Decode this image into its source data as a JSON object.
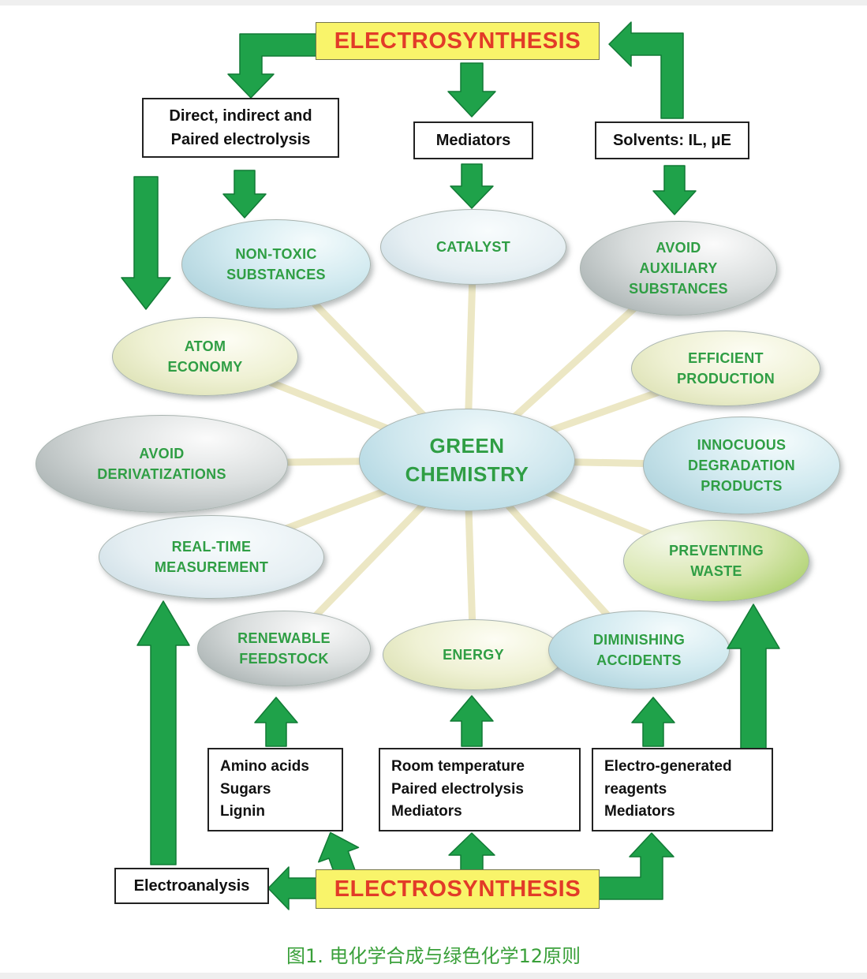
{
  "palette": {
    "arrow_green": "#1fa24a",
    "box_yellow": "#f9f46a",
    "title_red": "#e23b28",
    "label_green": "#2f9e44",
    "ray_cream": "#ece7c4",
    "caption_green": "#3aa03a"
  },
  "top": {
    "title": "ELECTROSYNTHESIS",
    "box_direct": "Direct, indirect and\nPaired electrolysis",
    "box_mediators": "Mediators",
    "box_solvents": "Solvents: IL, μE"
  },
  "center": {
    "label": "GREEN\nCHEMISTRY"
  },
  "principles": [
    {
      "label": "NON-TOXIC\nSUBSTANCES"
    },
    {
      "label": "CATALYST"
    },
    {
      "label": "AVOID\nAUXILIARY\nSUBSTANCES"
    },
    {
      "label": "ATOM\nECONOMY"
    },
    {
      "label": "EFFICIENT\nPRODUCTION"
    },
    {
      "label": "AVOID\nDERIVATIZATIONS"
    },
    {
      "label": "INNOCUOUS\nDEGRADATION\nPRODUCTS"
    },
    {
      "label": "REAL-TIME\nMEASUREMENT"
    },
    {
      "label": "PREVENTING\nWASTE"
    },
    {
      "label": "RENEWABLE\nFEEDSTOCK"
    },
    {
      "label": "ENERGY"
    },
    {
      "label": "DIMINISHING\nACCIDENTS"
    }
  ],
  "bottom": {
    "box_feedstock": "Amino acids\nSugars\nLignin",
    "box_energy": "Room temperature\nPaired electrolysis\nMediators",
    "box_reagents": "Electro-generated\nreagents\nMediators",
    "electroanalysis": "Electroanalysis",
    "title": "ELECTROSYNTHESIS"
  },
  "caption": "图1. 电化学合成与绿色化学12原则"
}
